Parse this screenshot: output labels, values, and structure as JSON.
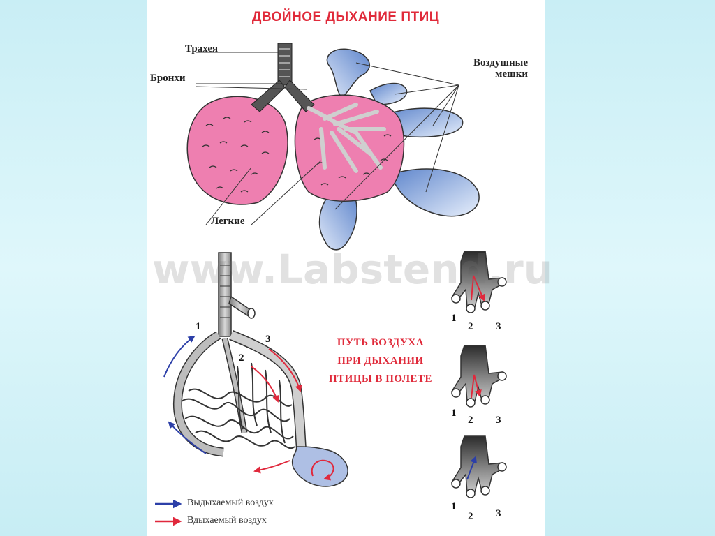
{
  "title": "ДВОЙНОЕ ДЫХАНИЕ ПТИЦ",
  "labels": {
    "trachea": "Трахея",
    "bronchi": "Бронхи",
    "lungs": "Легкие",
    "air_sacs_line1": "Воздушные",
    "air_sacs_line2": "мешки"
  },
  "watermark": "www.Labstend.ru",
  "caption": {
    "line1": "ПУТЬ ВОЗДУХА",
    "line2": "ПРИ ДЫХАНИИ",
    "line3": "ПТИЦЫ В ПОЛЕТЕ"
  },
  "diagram_numbers": [
    "1",
    "2",
    "3"
  ],
  "mini_numbers": [
    "1",
    "2",
    "3"
  ],
  "legend": {
    "exhaled": "Выдыхаемый воздух",
    "inhaled": "Вдыхаемый воздух"
  },
  "colors": {
    "title": "#e02a3a",
    "lung": "#ee7fb0",
    "air_sac": "#7b9fd6",
    "exhaled_arrow": "#2c3fa8",
    "inhaled_arrow": "#e0283c",
    "background": "#d6f3f8"
  }
}
